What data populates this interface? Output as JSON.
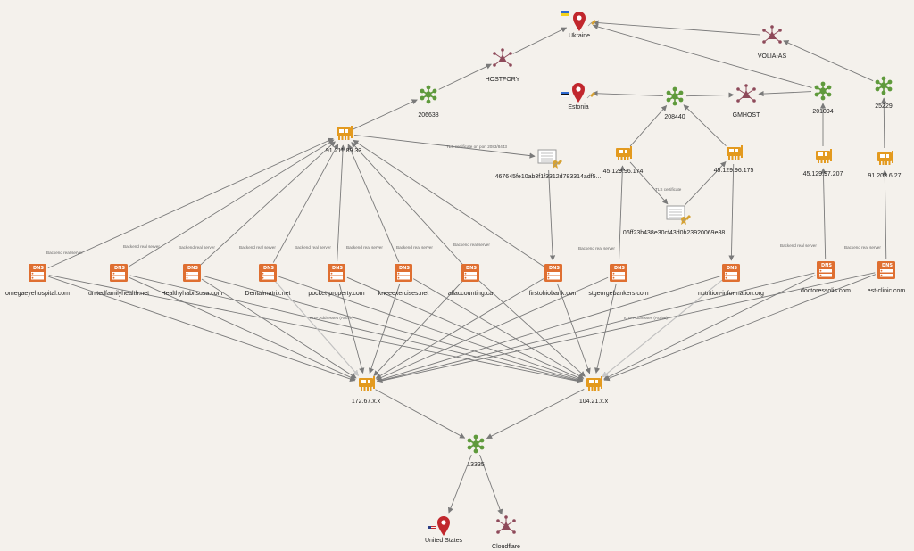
{
  "colors": {
    "background": "#f4f1ec",
    "asn": "#5f9a3c",
    "netcard": "#e39a1f",
    "dns": "#df6f31",
    "org": "#8e4a5a",
    "location": "#c1272d",
    "cert": "#9a9a9a",
    "edge": "#7a7a7a",
    "edge_faint": "#c8c8c8"
  },
  "nodes": {
    "ukraine": {
      "label": "Ukraine",
      "icon": "location-pin-icon"
    },
    "estonia": {
      "label": "Estonia",
      "icon": "location-pin-icon"
    },
    "united_states": {
      "label": "United States",
      "icon": "location-pin-icon"
    },
    "hostfory": {
      "label": "HOSTFORY",
      "icon": "organization-icon"
    },
    "volia_as": {
      "label": "VOLIA-AS",
      "icon": "organization-icon"
    },
    "gmhost": {
      "label": "GMHOST",
      "icon": "organization-icon"
    },
    "cloudflare": {
      "label": "Cloudflare",
      "icon": "organization-icon"
    },
    "asn_206638": {
      "label": "206638",
      "icon": "asn-icon"
    },
    "asn_208440": {
      "label": "208440",
      "icon": "asn-icon"
    },
    "asn_201094": {
      "label": "201094",
      "icon": "asn-icon"
    },
    "asn_25229": {
      "label": "25229",
      "icon": "asn-icon"
    },
    "asn_13335": {
      "label": "13335",
      "icon": "asn-icon"
    },
    "ip_91_211_89_33": {
      "label": "91.211.89.33",
      "icon": "network-card-icon"
    },
    "ip_45_129_96_174": {
      "label": "45.129.96.174",
      "icon": "network-card-icon"
    },
    "ip_45_129_96_175": {
      "label": "45.129.96.175",
      "icon": "network-card-icon"
    },
    "ip_45_129_97_207": {
      "label": "45.129.97.207",
      "icon": "network-card-icon"
    },
    "ip_91_203_6_27": {
      "label": "91.203.6.27",
      "icon": "network-card-icon"
    },
    "ip_172_67": {
      "label": "172.67.x.x",
      "icon": "network-card-icon"
    },
    "ip_104_21": {
      "label": "104.21.x.x",
      "icon": "network-card-icon"
    },
    "cert_1": {
      "label": "467645fe10ab3f1f3312d783314adf5...",
      "icon": "certificate-icon"
    },
    "cert_2": {
      "label": "06ff23b438e30cf43d0b23920069e88...",
      "icon": "certificate-icon"
    },
    "d_omegaeye": {
      "label": "omegaeyehospital.com",
      "icon": "dns-icon"
    },
    "d_unitedfamily": {
      "label": "unitedfamilyhealth.net",
      "icon": "dns-icon"
    },
    "d_healthyhabits": {
      "label": "Healthyhabitsusa.com",
      "icon": "dns-icon"
    },
    "d_dentalmatrix": {
      "label": "Dentalmatrix.net",
      "icon": "dns-icon"
    },
    "d_pocket": {
      "label": "pocket-property.com",
      "icon": "dns-icon"
    },
    "d_kneee": {
      "label": "kneeexercises.net",
      "icon": "dns-icon"
    },
    "d_allaccounting": {
      "label": "allaccounting.ca",
      "icon": "dns-icon"
    },
    "d_firstohio": {
      "label": "firstohiobank.com",
      "icon": "dns-icon"
    },
    "d_stgeorge": {
      "label": "stgeorgebankers.com",
      "icon": "dns-icon"
    },
    "d_nutrition": {
      "label": "nutrition-information.org",
      "icon": "dns-icon"
    },
    "d_doctoressolis": {
      "label": "doctoressolis.com",
      "icon": "dns-icon"
    },
    "d_estclinic": {
      "label": "est-clinic.com",
      "icon": "dns-icon"
    }
  },
  "dns_badge": "DNS",
  "edge_labels": {
    "backend": "Backend real server",
    "tls_port": "TLS certificate on port 2083/8443",
    "tls": "TLS certificate",
    "to_ip": "To IP Addresses (Active)"
  }
}
